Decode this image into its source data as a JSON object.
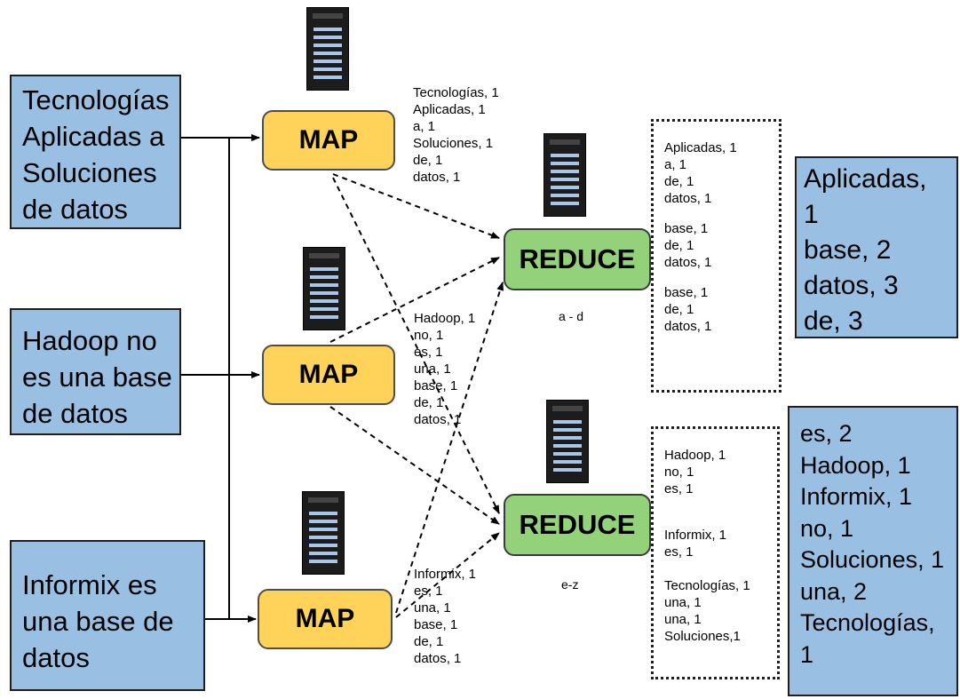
{
  "inputs": [
    {
      "lines": [
        "Tecnologías",
        "Aplicadas a",
        "Soluciones",
        "de datos"
      ]
    },
    {
      "lines": [
        "Hadoop no",
        "es una base",
        "de datos"
      ]
    },
    {
      "lines": [
        "Informix es",
        "una base de",
        "datos"
      ]
    }
  ],
  "map_label": "MAP",
  "reduce_label": "REDUCE",
  "map_outputs": [
    [
      "Tecnologías, 1",
      "Aplicadas, 1",
      "a, 1",
      "Soluciones, 1",
      "de, 1",
      "datos, 1"
    ],
    [
      "Hadoop, 1",
      "no, 1",
      "es, 1",
      "una, 1",
      "base, 1",
      "de, 1",
      "datos, 1"
    ],
    [
      "Informix, 1",
      "es, 1",
      "una, 1",
      "base, 1",
      "de, 1",
      "datos, 1"
    ]
  ],
  "reducers": [
    {
      "range": "a - d",
      "shuffled": [
        "Aplicadas, 1",
        "a, 1",
        "de, 1",
        "datos, 1",
        "",
        "base, 1",
        "de, 1",
        "datos, 1",
        "",
        "base, 1",
        "de, 1",
        "datos, 1"
      ],
      "result": [
        "Aplicadas,",
        "1",
        "base, 2",
        "datos, 3",
        "de, 3"
      ]
    },
    {
      "range": "e-z",
      "shuffled": [
        "Hadoop, 1",
        "no, 1",
        "es, 1",
        "",
        "Informix, 1",
        "es, 1",
        "",
        "Tecnologías, 1",
        "una, 1",
        "una, 1",
        "Soluciones,1"
      ],
      "result": [
        "es, 2",
        "Hadoop, 1",
        "Informix, 1",
        "no, 1",
        "Soluciones, 1",
        "una, 2",
        "Tecnologías,",
        "1"
      ]
    }
  ]
}
